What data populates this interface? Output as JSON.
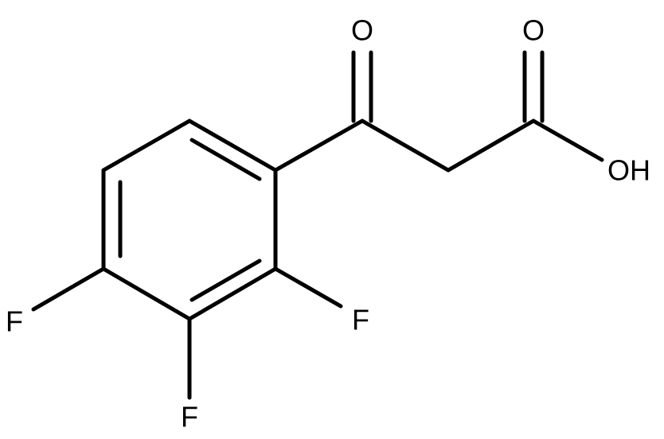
{
  "molecule": {
    "atoms": {
      "oxygen_ketone": "O",
      "oxygen_acid": "O",
      "hydroxyl": "OH",
      "fluorine_2": "F",
      "fluorine_3": "F",
      "fluorine_4": "F"
    }
  }
}
